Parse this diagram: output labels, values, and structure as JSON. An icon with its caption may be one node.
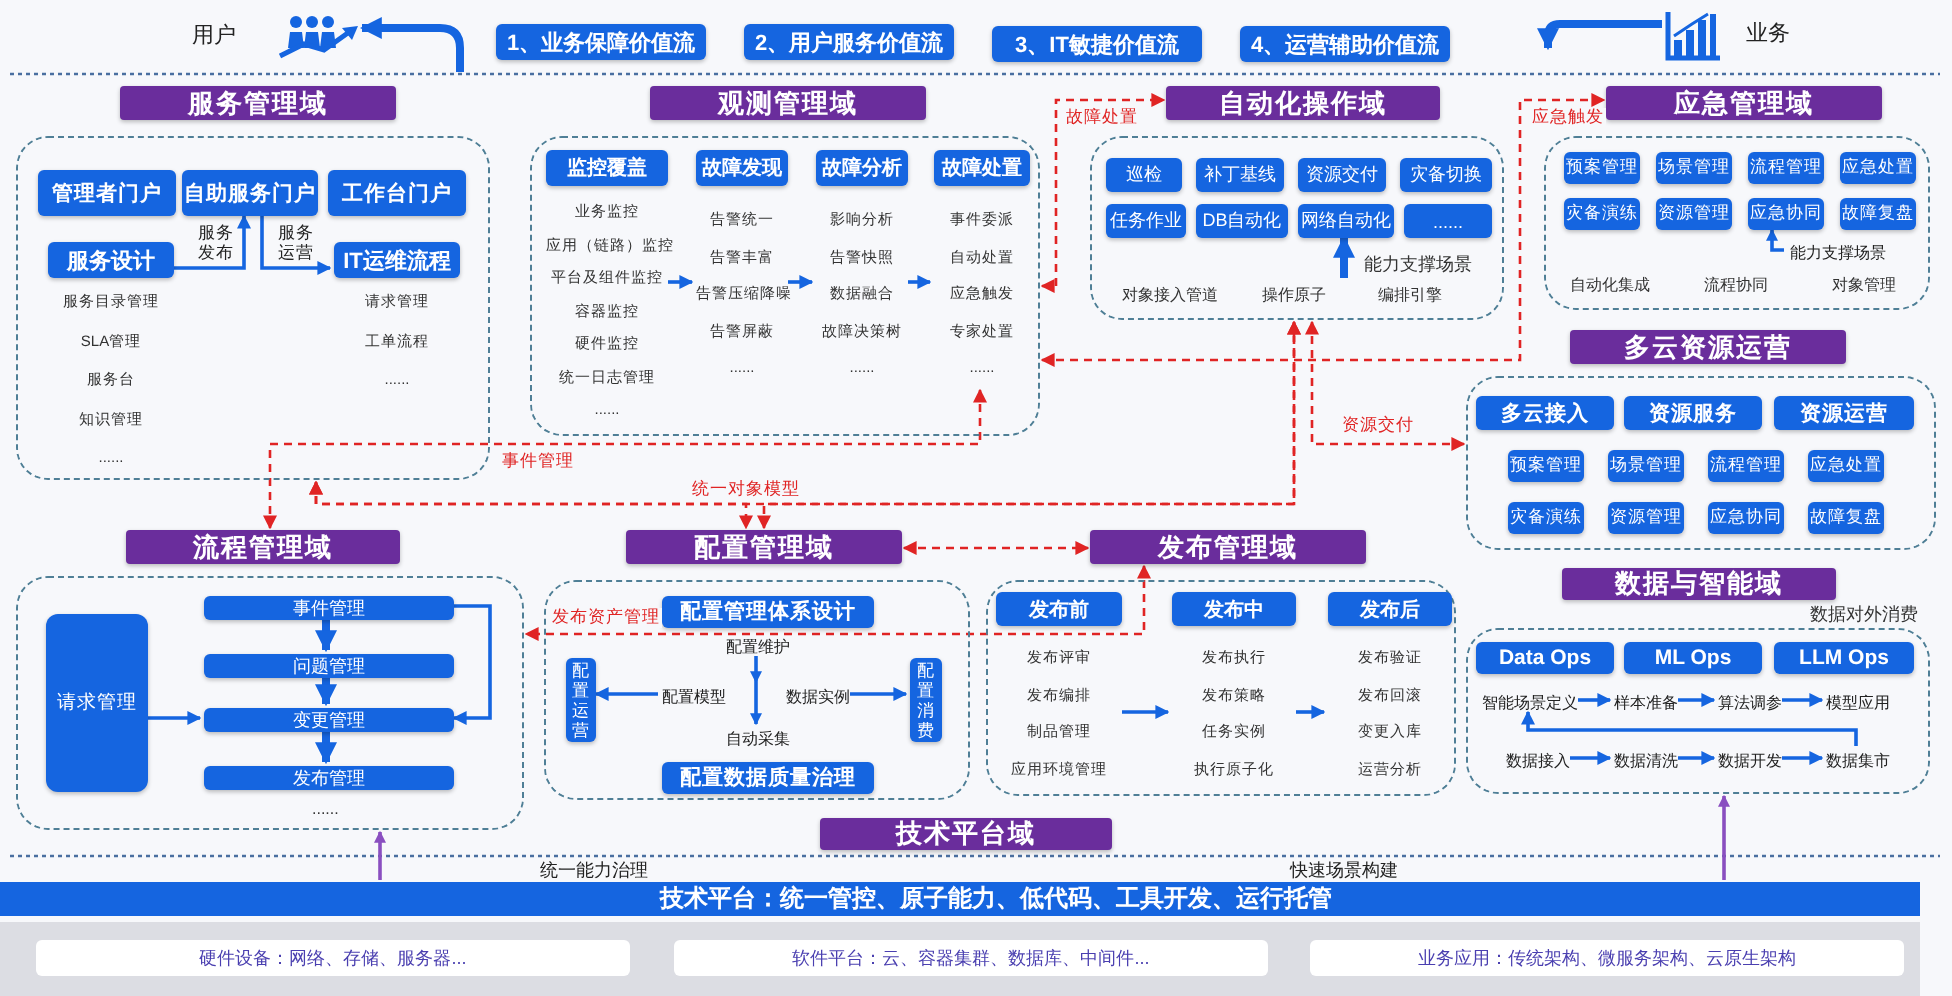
{
  "diagram": {
    "nodes": [
      {
        "text": [],
        "shape": "person",
        "beside": [
          "用户"
        ]
      },
      {
        "text": [
          "1、业务保障价值流"
        ]
      },
      {
        "text": [
          "2、用户服务价值流"
        ]
      },
      {
        "text": [
          "3、IT敏捷价值流"
        ]
      },
      {
        "text": [
          "4、运营辅助价值流"
        ]
      },
      {
        "text": [],
        "shape": "picture",
        "beside": [
          "业务"
        ]
      },
      {
        "text": [
          "服务管理域"
        ]
      },
      {
        "text": [],
        "shape": "box"
      },
      {
        "text": [
          "管理者门户"
        ],
        "in": 7
      },
      {
        "text": [
          "自助服务门户"
        ],
        "in": 7
      },
      {
        "text": [
          "工作台门户"
        ],
        "in": 7
      },
      {
        "text": [
          "服务设计"
        ],
        "in": 7,
        "beside": [
          "服务目录管理",
          "SLA管理",
          "服务台",
          "知识管理",
          "......"
        ]
      },
      {
        "text": [
          "IT运维流程"
        ],
        "in": 7,
        "beside": [
          "请求管理",
          "工单流程",
          "......"
        ]
      },
      {
        "text": [
          "观测管理域"
        ]
      },
      {
        "text": [],
        "shape": "box"
      },
      {
        "text": [
          "监控覆盖"
        ],
        "in": 14,
        "beside": [
          "业务监控",
          "应用（链路）监控",
          "平台及组件监控",
          "容器监控",
          "硬件监控",
          "统一日志管理",
          "......"
        ]
      },
      {
        "text": [
          "故障发现"
        ],
        "in": 14,
        "beside": [
          "告警统一",
          "告警丰富",
          "告警压缩降噪",
          "告警屏蔽",
          "......"
        ]
      },
      {
        "text": [
          "故障分析"
        ],
        "in": 14,
        "beside": [
          "影响分析",
          "告警快照",
          "数据融合",
          "故障决策树",
          "......"
        ]
      },
      {
        "text": [
          "故障处置"
        ],
        "in": 14,
        "beside": [
          "事件委派",
          "自动处置",
          "应急触发",
          "专家处置",
          "......"
        ]
      },
      {
        "text": [
          "自动化操作域"
        ]
      },
      {
        "text": [],
        "shape": "box"
      },
      {
        "text": [
          "巡检"
        ],
        "in": 20
      },
      {
        "text": [
          "补丁基线"
        ],
        "in": 20
      },
      {
        "text": [
          "资源交付"
        ],
        "in": 20
      },
      {
        "text": [
          "灾备切换"
        ],
        "in": 20
      },
      {
        "text": [
          "任务作业"
        ],
        "in": 20
      },
      {
        "text": [
          "DB自动化"
        ],
        "in": 20
      },
      {
        "text": [
          "网络自动化"
        ],
        "in": 20
      },
      {
        "text": [
          "......"
        ],
        "in": 20
      },
      {
        "text": [
          "应急管理域"
        ]
      },
      {
        "text": [],
        "shape": "box"
      },
      {
        "text": [
          "预案管理"
        ],
        "in": 30
      },
      {
        "text": [
          "场景管理"
        ],
        "in": 30
      },
      {
        "text": [
          "流程管理"
        ],
        "in": 30
      },
      {
        "text": [
          "应急处置"
        ],
        "in": 30
      },
      {
        "text": [
          "灾备演练"
        ],
        "in": 30
      },
      {
        "text": [
          "资源管理"
        ],
        "in": 30
      },
      {
        "text": [
          "应急协同"
        ],
        "in": 30
      },
      {
        "text": [
          "故障复盘"
        ],
        "in": 30
      },
      {
        "text": [
          "多云资源运营"
        ]
      },
      {
        "text": [],
        "shape": "box"
      },
      {
        "text": [
          "多云接入"
        ],
        "in": 40
      },
      {
        "text": [
          "资源服务"
        ],
        "in": 40
      },
      {
        "text": [
          "资源运营"
        ],
        "in": 40
      },
      {
        "text": [
          "预案管理"
        ],
        "in": 40
      },
      {
        "text": [
          "场景管理"
        ],
        "in": 40
      },
      {
        "text": [
          "流程管理"
        ],
        "in": 40
      },
      {
        "text": [
          "应急处置"
        ],
        "in": 40
      },
      {
        "text": [
          "灾备演练"
        ],
        "in": 40
      },
      {
        "text": [
          "资源管理"
        ],
        "in": 40
      },
      {
        "text": [
          "应急协同"
        ],
        "in": 40
      },
      {
        "text": [
          "故障复盘"
        ],
        "in": 40
      },
      {
        "text": [
          "流程管理域"
        ]
      },
      {
        "text": [],
        "shape": "box"
      },
      {
        "text": [
          "请求管理"
        ],
        "in": 53
      },
      {
        "text": [
          "事件管理"
        ],
        "in": 53
      },
      {
        "text": [
          "问题管理"
        ],
        "in": 53
      },
      {
        "text": [
          "变更管理"
        ],
        "in": 53
      },
      {
        "text": [
          "发布管理"
        ],
        "in": 53
      },
      {
        "text": [
          "配置管理域"
        ]
      },
      {
        "text": [],
        "shape": "box"
      },
      {
        "text": [
          "配置管理体系设计"
        ],
        "in": 60
      },
      {
        "text": [
          "配置运营"
        ],
        "in": 60
      },
      {
        "text": [
          "配置消费"
        ],
        "in": 60
      },
      {
        "text": [
          "配置数据质量治理"
        ],
        "in": 60
      },
      {
        "text": [
          "配置模型"
        ],
        "in": 60
      },
      {
        "text": [
          "数据实例"
        ],
        "in": 60
      },
      {
        "text": [
          "发布管理域"
        ]
      },
      {
        "text": [],
        "shape": "box"
      },
      {
        "text": [
          "发布前"
        ],
        "in": 68,
        "beside": [
          "发布评审",
          "发布编排",
          "制品管理",
          "应用环境管理"
        ]
      },
      {
        "text": [
          "发布中"
        ],
        "in": 68,
        "beside": [
          "发布执行",
          "发布策略",
          "任务实例",
          "执行原子化"
        ]
      },
      {
        "text": [
          "发布后"
        ],
        "in": 68,
        "beside": [
          "发布验证",
          "发布回滚",
          "变更入库",
          "运营分析"
        ]
      },
      {
        "text": [
          "数据与智能域"
        ]
      },
      {
        "text": [],
        "shape": "box"
      },
      {
        "text": [
          "Data Ops"
        ],
        "in": 73
      },
      {
        "text": [
          "ML Ops"
        ],
        "in": 73
      },
      {
        "text": [
          "LLM Ops"
        ],
        "in": 73
      },
      {
        "text": [
          "智能场景定义"
        ],
        "in": 73
      },
      {
        "text": [
          "样本准备"
        ],
        "in": 73
      },
      {
        "text": [
          "算法调参"
        ],
        "in": 73
      },
      {
        "text": [
          "模型应用"
        ],
        "in": 73
      },
      {
        "text": [
          "数据接入"
        ],
        "in": 73
      },
      {
        "text": [
          "数据清洗"
        ],
        "in": 73
      },
      {
        "text": [
          "数据开发"
        ],
        "in": 73
      },
      {
        "text": [
          "数据集市"
        ],
        "in": 73
      },
      {
        "text": [
          "技术平台域"
        ]
      },
      {
        "text": [
          "技术平台：统一管控、原子能力、低代码、工具开发、运行托管"
        ],
        "beside": [
          "统一能力治理",
          "快速场景构建"
        ]
      },
      {
        "text": [],
        "shape": "box"
      },
      {
        "text": [
          "硬件设备：网络、存储、服务器..."
        ],
        "in": 87
      },
      {
        "text": [
          "软件平台：云、容器集群、数据库、中间件..."
        ],
        "in": 87
      },
      {
        "text": [
          "业务应用：传统架构、微服务架构、云原生架构"
        ],
        "in": 87
      },
      {
        "text": [
          "配置维护"
        ],
        "in": 60
      },
      {
        "text": [
          "自动采集"
        ],
        "in": 60
      },
      {
        "text": [
          "能力支撑场景"
        ],
        "in": 30
      }
    ],
    "edges": [
      {
        "from": null,
        "to": 0,
        "arrow": "to",
        "style": "thick"
      },
      {
        "from": 5,
        "to": null,
        "arrow": "to",
        "style": "thick"
      },
      {
        "from": 11,
        "to": 9,
        "arrow": "to",
        "label": "服务发布"
      },
      {
        "from": 9,
        "to": 12,
        "arrow": "to",
        "label": "服务运营"
      },
      {
        "from": 15,
        "to": 16,
        "arrow": "to"
      },
      {
        "from": 16,
        "to": 17,
        "arrow": "to"
      },
      {
        "from": 17,
        "to": 18,
        "arrow": "to"
      },
      {
        "from": 14,
        "to": 19,
        "arrow": "both",
        "label": "故障处置",
        "style": "dashed",
        "color": "#e02424"
      },
      {
        "from": 14,
        "to": 29,
        "arrow": "both",
        "label": "应急触发",
        "style": "dashed",
        "color": "#e02424"
      },
      {
        "from": 18,
        "to": 52,
        "arrow": "both",
        "label": "事件管理",
        "style": "dashed",
        "color": "#e02424"
      },
      {
        "from": 7,
        "to": 20,
        "arrow": "both",
        "label": "统一对象模型",
        "style": "dashed",
        "color": "#e02424"
      },
      {
        "from": 7,
        "to": 59,
        "arrow": "both",
        "style": "dashed",
        "color": "#e02424"
      },
      {
        "from": 20,
        "to": 59,
        "arrow": "both",
        "style": "dashed",
        "color": "#e02424"
      },
      {
        "from": 20,
        "to": 40,
        "arrow": "both",
        "label": "资源交付",
        "style": "dashed",
        "color": "#e02424"
      },
      {
        "from": 59,
        "to": 67,
        "arrow": "both",
        "style": "dashed",
        "color": "#e02424"
      },
      {
        "from": 67,
        "to": 53,
        "arrow": "both",
        "label": "发布资产管理",
        "style": "dashed",
        "color": "#e02424"
      },
      {
        "from": 54,
        "to": 57,
        "arrow": "to"
      },
      {
        "from": 55,
        "to": 56,
        "arrow": "to",
        "style": "thick"
      },
      {
        "from": 56,
        "to": 57,
        "arrow": "to",
        "style": "thick"
      },
      {
        "from": 57,
        "to": 58,
        "arrow": "to",
        "style": "thick"
      },
      {
        "from": 55,
        "to": 57,
        "arrow": "to"
      },
      {
        "from": 65,
        "to": 62,
        "arrow": "to"
      },
      {
        "from": 66,
        "to": 63,
        "arrow": "to"
      },
      {
        "from": 69,
        "to": 70,
        "arrow": "to"
      },
      {
        "from": 70,
        "to": 71,
        "arrow": "to"
      },
      {
        "from": 77,
        "to": 78,
        "arrow": "to"
      },
      {
        "from": 78,
        "to": 79,
        "arrow": "to"
      },
      {
        "from": 79,
        "to": 80,
        "arrow": "to"
      },
      {
        "from": 81,
        "to": 82,
        "arrow": "to"
      },
      {
        "from": 82,
        "to": 83,
        "arrow": "to"
      },
      {
        "from": 83,
        "to": 84,
        "arrow": "to"
      },
      {
        "from": 84,
        "to": 77,
        "arrow": "to"
      },
      {
        "from": null,
        "to": 27,
        "arrow": "to",
        "style": "thick"
      },
      {
        "from": 93,
        "to": 37,
        "arrow": "to"
      },
      {
        "from": 91,
        "to": 92,
        "arrow": "to"
      },
      {
        "from": 86,
        "to": 53,
        "arrow": "to",
        "color": "#8a4fc0"
      },
      {
        "from": 86,
        "to": 73,
        "arrow": "to",
        "color": "#8a4fc0"
      }
    ],
    "labels": [
      "能力支撑场景",
      "对象接入管道",
      "操作原子",
      "编排引擎",
      "自动化集成",
      "流程协同",
      "对象管理",
      "......",
      "数据对外消费"
    ]
  }
}
